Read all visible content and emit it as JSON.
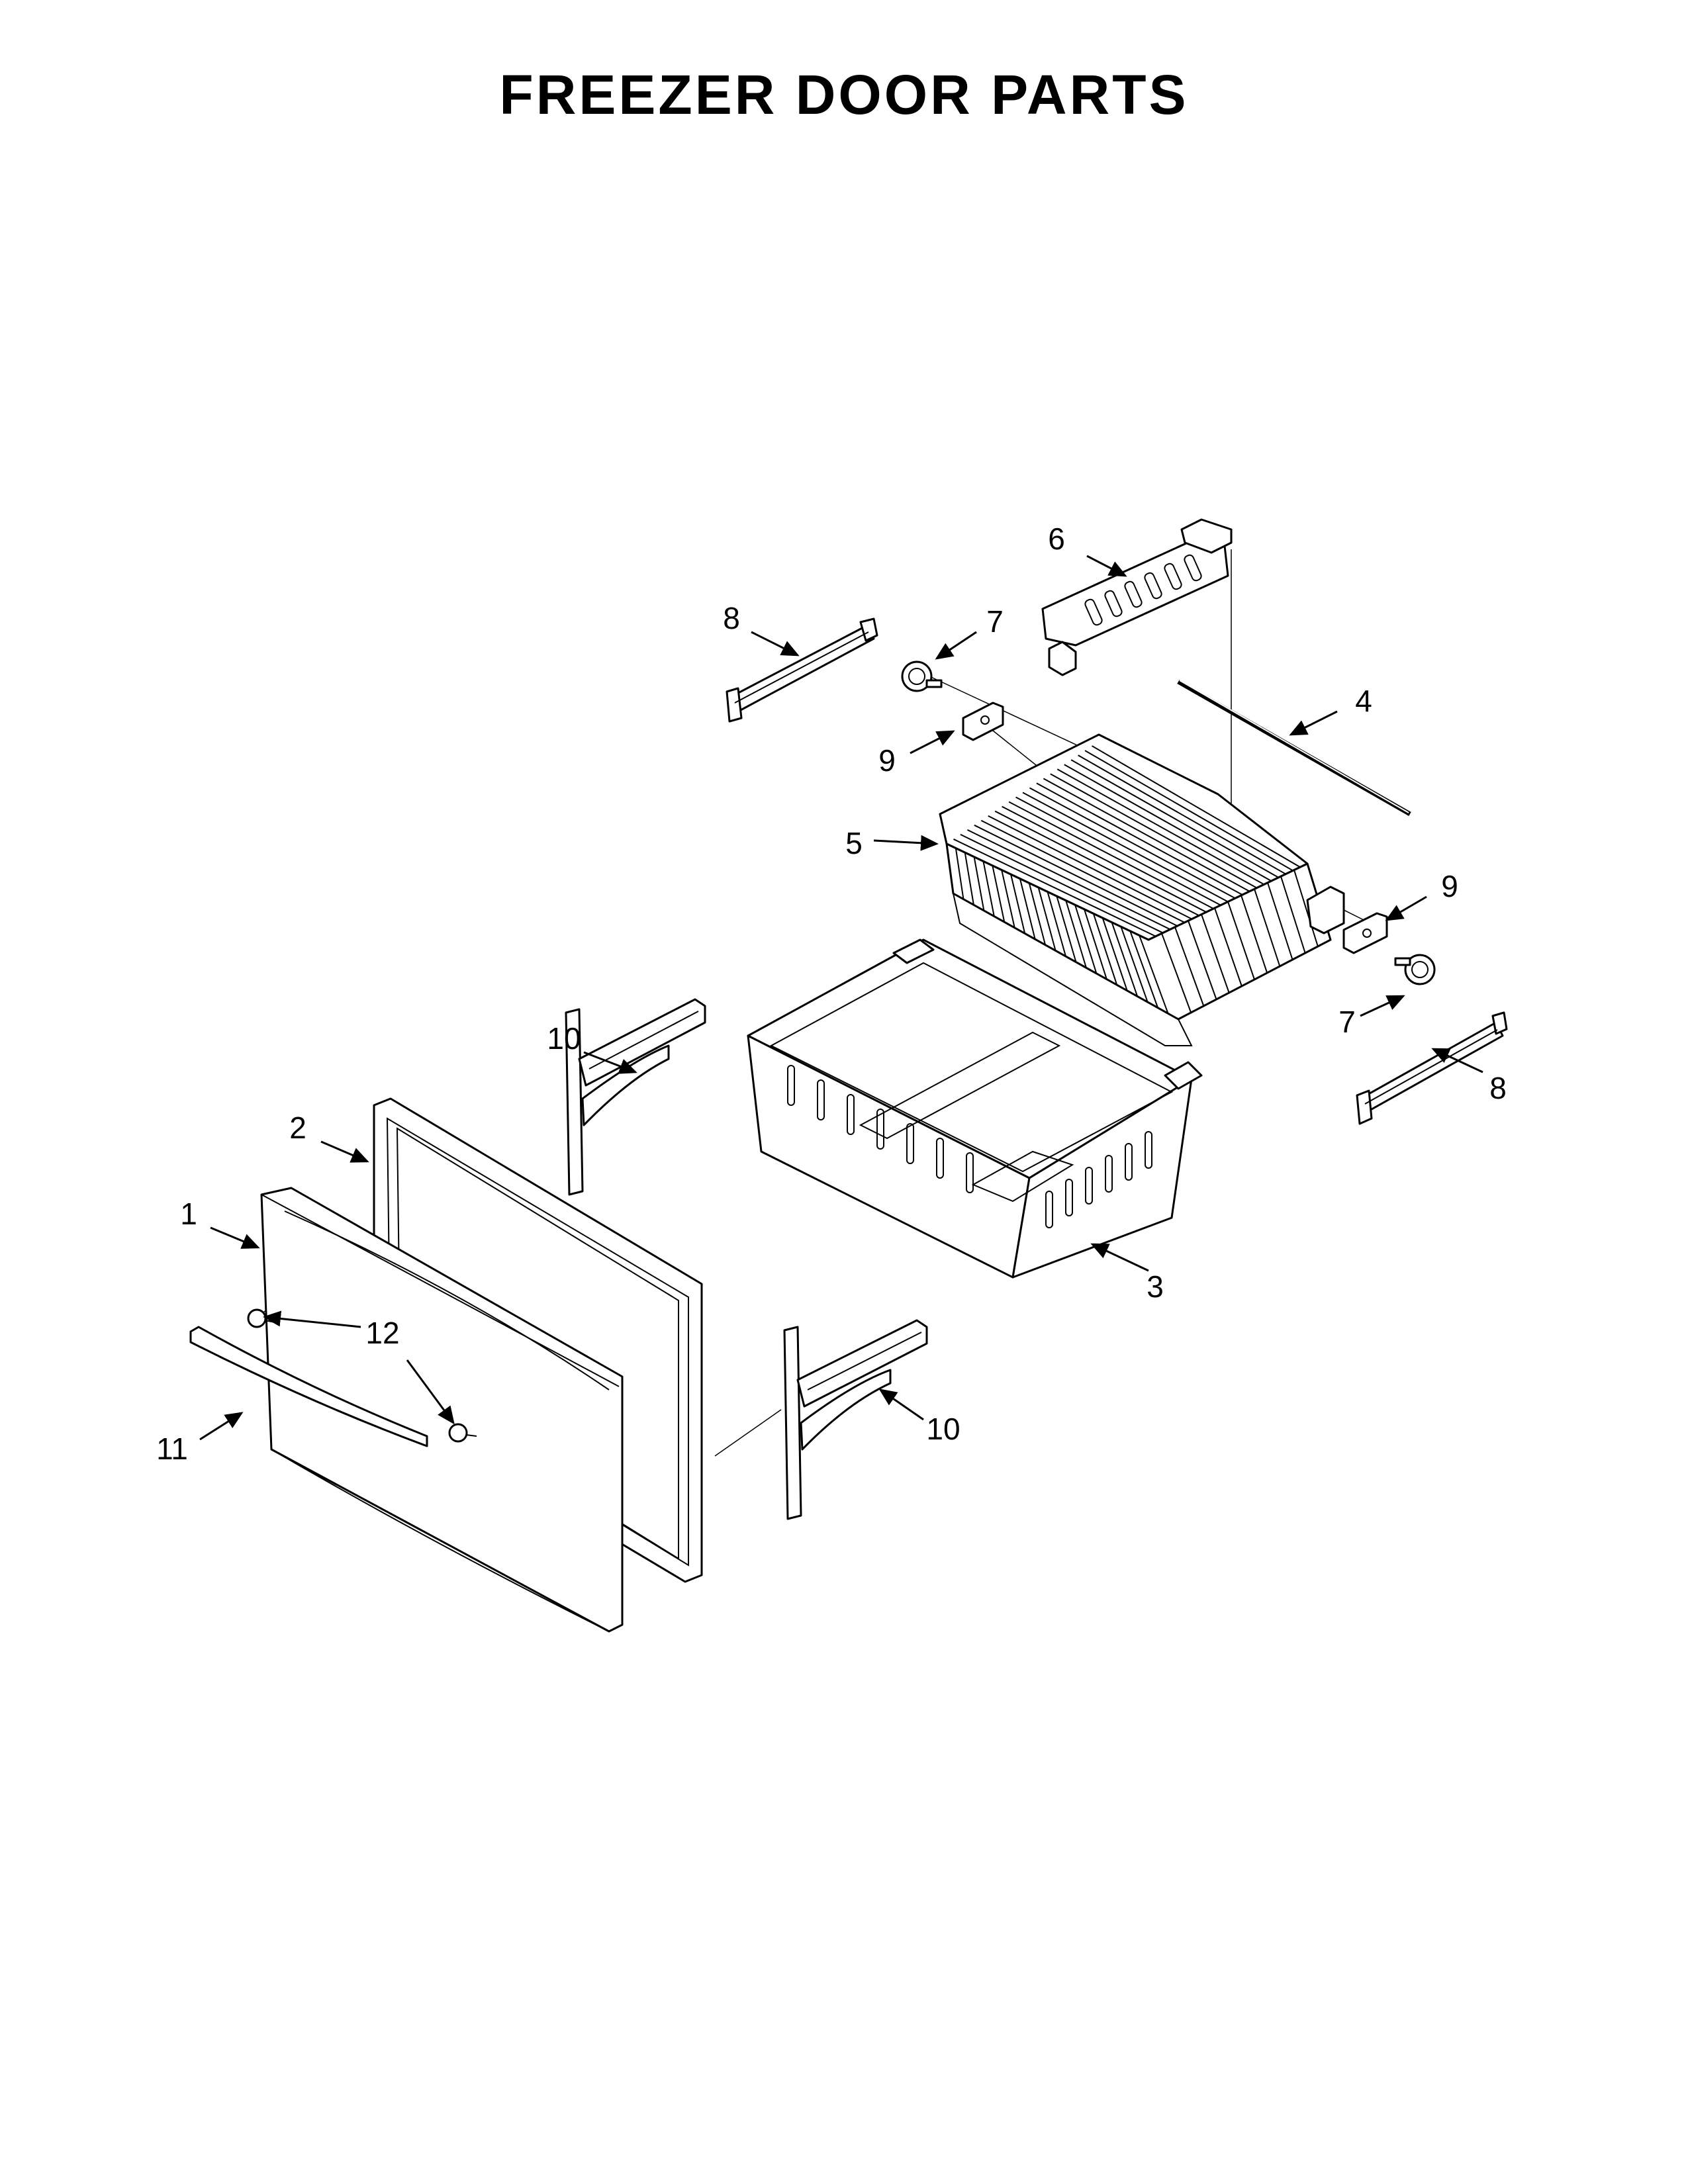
{
  "title": "FREEZER DOOR PARTS",
  "callouts": [
    "1",
    "2",
    "3",
    "4",
    "5",
    "6",
    "7",
    "7",
    "8",
    "8",
    "9",
    "9",
    "10",
    "10",
    "11",
    "12"
  ]
}
